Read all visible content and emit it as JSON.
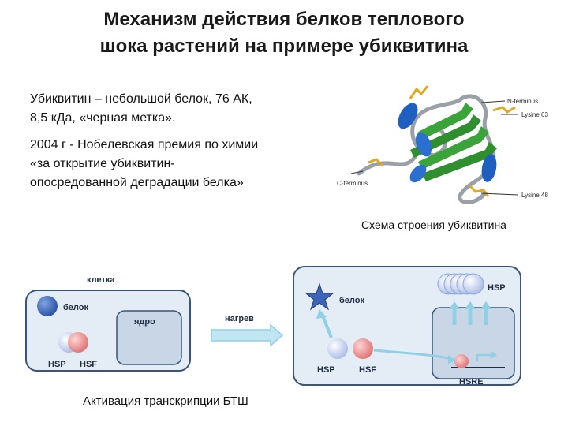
{
  "title": {
    "line1": "Механизм действия белков теплового",
    "line2": "шока растений на примере убиквитина"
  },
  "intro": {
    "line1": "Убиквитин – небольшой белок, 76 АК,",
    "line2": "8,5 кДа, «черная метка».",
    "line3": "2004 г  - Нобелевская премия по химии",
    "line4": "«за открытие убиквитин-",
    "line5": "опосредованной деградации белка»"
  },
  "structure": {
    "n_terminus": "N-terminus",
    "c_terminus": "C-terminus",
    "lysine63": "Lysine 63",
    "lysine48": "Lysine 48",
    "caption": "Схема строения убиквитина"
  },
  "diagram": {
    "cell_label": "клетка",
    "protein_label": "белок",
    "nucleus_label": "ядро",
    "hsp": "HSP",
    "hsf": "HSF",
    "heating_label": "нагрев",
    "protein_label_right": "белок",
    "hsp_right": "HSP",
    "hsf_right": "HSF",
    "hsp_top": "HSP",
    "hsre": "HSRE",
    "caption": "Активация транскрипции БТШ"
  },
  "colors": {
    "cell_fill": "#e4ecf5",
    "cell_stroke": "#3b5577",
    "nucleus_fill": "#c9d6e6",
    "protein": "#3a65b8",
    "hsf": "#e98a8a",
    "hsp": "#c5d4f0",
    "arrow": "#8fd0e6"
  }
}
